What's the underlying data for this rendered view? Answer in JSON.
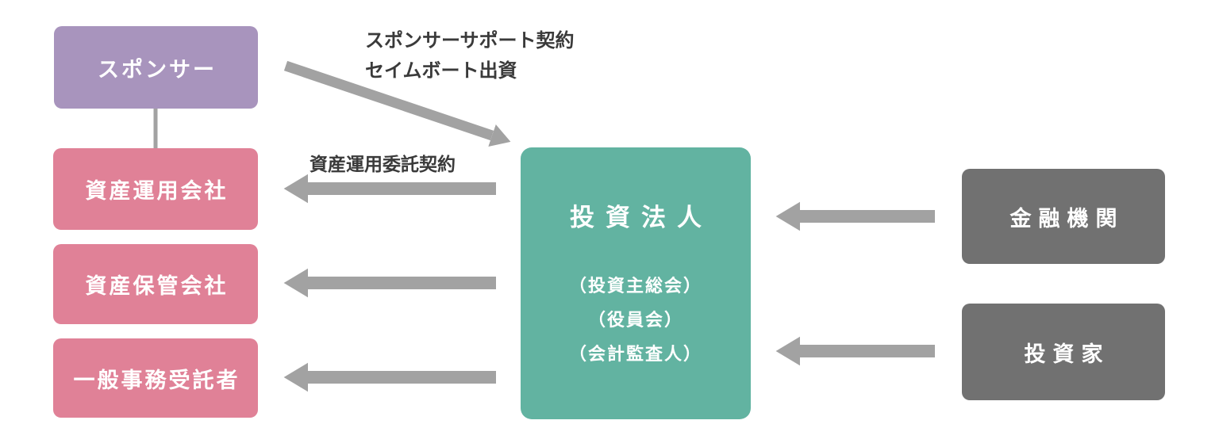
{
  "colors": {
    "background": "#ffffff",
    "sponsor_box": "#a894bd",
    "pink_box": "#e08197",
    "reit_box": "#62b3a1",
    "gray_box": "#717171",
    "arrow": "#a2a2a2",
    "annotation_text": "#3a3a3a",
    "box_text": "#ffffff"
  },
  "boxes": {
    "sponsor": {
      "label": "スポンサー"
    },
    "asset_manager": {
      "label": "資産運用会社"
    },
    "custodian": {
      "label": "資産保管会社"
    },
    "administrator": {
      "label": "一般事務受託者"
    },
    "reit": {
      "title": "投資法人",
      "organs": [
        "（投資主総会）",
        "（役員会）",
        "（会計監査人）"
      ]
    },
    "financial_institution": {
      "label": "金融機関"
    },
    "investor": {
      "label": "投資家"
    }
  },
  "annotations": {
    "sponsor_support_line1": "スポンサーサポート契約",
    "sponsor_support_line2": "セイムボート出資",
    "asset_management_agreement": "資産運用委託契約"
  }
}
